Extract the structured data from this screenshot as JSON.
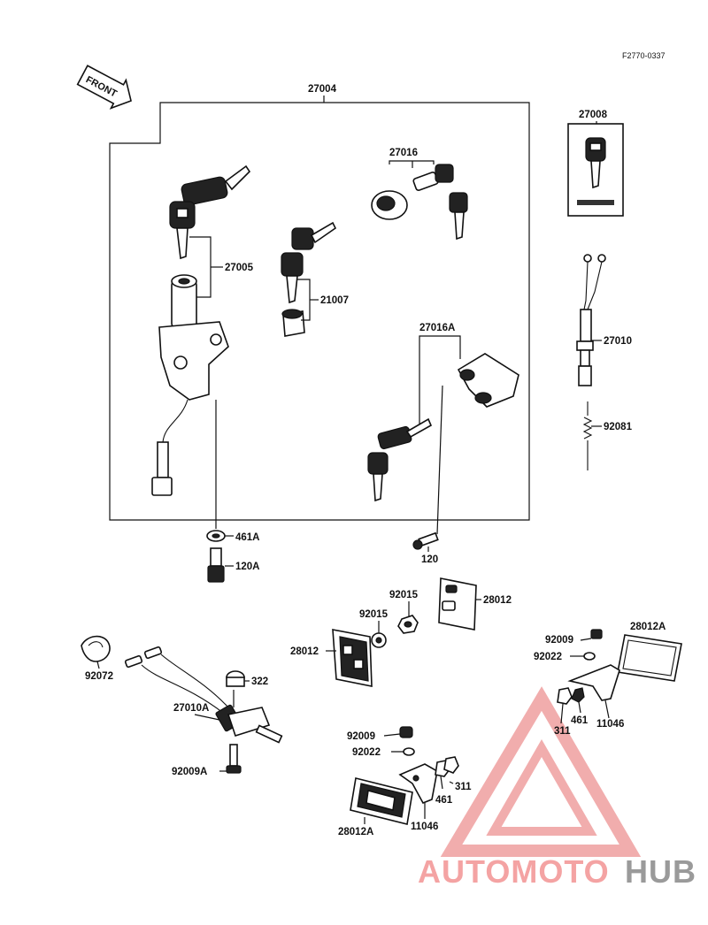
{
  "ref_code": "F2770-0337",
  "front_label": "FRONT",
  "parts": {
    "p27004": "27004",
    "p27005": "27005",
    "p21007": "21007",
    "p27016": "27016",
    "p27016A": "27016A",
    "p27008": "27008",
    "p27010": "27010",
    "p92081": "92081",
    "p461A": "461A",
    "p120A": "120A",
    "p120": "120",
    "p92015a": "92015",
    "p92015b": "92015",
    "p28012a": "28012",
    "p28012b": "28012",
    "p28012A_r": "28012A",
    "p92009_r": "92009",
    "p92022_r": "92022",
    "p311_r": "311",
    "p461_r": "461",
    "p11046_r": "11046",
    "p92072": "92072",
    "p322": "322",
    "p27010A": "27010A",
    "p92009A": "92009A",
    "p92009_c": "92009",
    "p92022_c": "92022",
    "p311_c": "311",
    "p461_c": "461",
    "p11046_c": "11046",
    "p28012A_c": "28012A"
  },
  "watermark": {
    "brand_a": "AUTOMOTO",
    "brand_b": "HUB",
    "color_a": "#f4a3a3",
    "color_b": "#9a9a9a"
  }
}
